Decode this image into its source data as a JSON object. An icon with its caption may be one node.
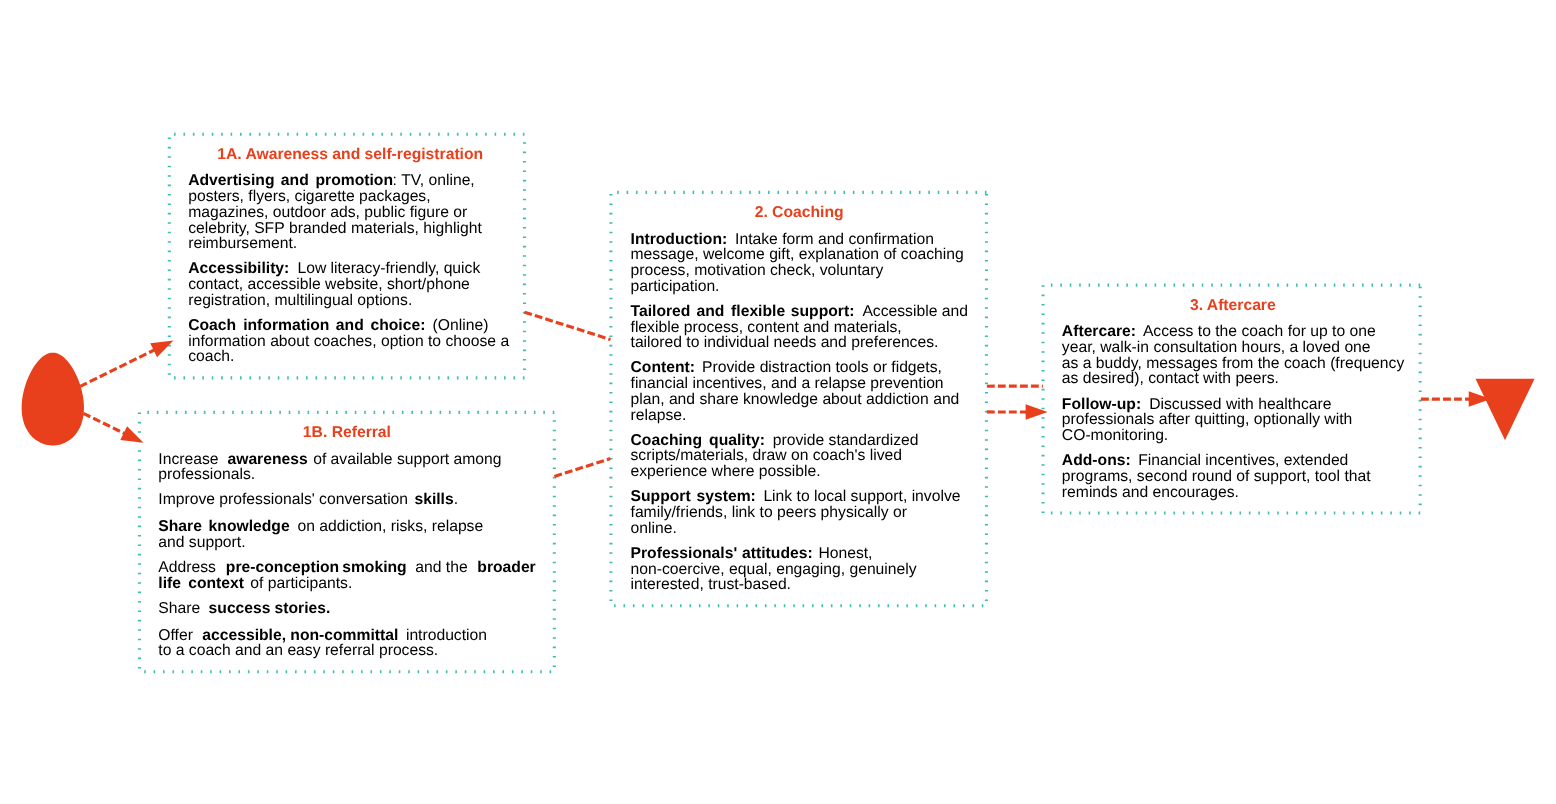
{
  "diagram": {
    "nodes": [
      {
        "text": [],
        "shape": "person"
      },
      {
        "text": [
          "1A. Awareness and self-registration",
          "**Advertising and promotion**: TV, online, posters, flyers, cigarette packages, magazines, outdoor ads, public figure or celebrity, SFP branded materials, highlight reimbursement.",
          "**Accessibility:** Low literacy-friendly, quick contact, accessible website, short/phone registration, multilingual options.",
          "**Coach information and choice:** (Online) information about coaches, option to choose a coach."
        ]
      },
      {
        "text": [
          "1B. Referral",
          "Increase **awareness** of available support among professionals.",
          "Improve professionals' conversation **skills**.",
          "**Share knowledge** on addiction, risks, relapse and support.",
          "Address **pre-conception smoking** and the **broader life context** of participants.",
          "Share **success stories.**",
          "Offer **accessible, non-committal** introduction to a coach and an easy referral process."
        ]
      },
      {
        "text": [
          "2. Coaching",
          "**Introduction:** Intake form and confirmation message, welcome gift, explanation of coaching process, motivation check, voluntary participation.",
          "**Tailored and flexible support:** Accessible and flexible process, content and materials, tailored to individual needs and preferences.",
          "**Content:** Provide distraction tools or fidgets, financial incentives, and a relapse prevention plan, and share knowledge about addiction and relapse.",
          "**Coaching quality:** provide standardized scripts/materials, draw on coach's lived experience where possible.",
          "**Support system:** Link to local support, involve family/friends, link to peers physically or online.",
          "**Professionals' attitudes:** Honest, non-coercive, equal, engaging, genuinely interested, trust-based."
        ]
      },
      {
        "text": [
          "3. Aftercare",
          "**Aftercare:** Access to the coach for up to one year, walk-in consultation hours, a loved one as a buddy, messages from the coach (frequency as desired), contact with peers.",
          "**Follow-up:** Discussed with healthcare professionals after quitting, optionally with CO-monitoring.",
          "**Add-ons:** Financial incentives, extended programs, second round of support, tool that reminds and encourages."
        ]
      },
      {
        "text": [],
        "shape": "pin"
      }
    ],
    "edges": [
      {
        "from": 0,
        "to": 1,
        "arrow": "to",
        "style": "dashed"
      },
      {
        "from": 0,
        "to": 2,
        "arrow": "to",
        "style": "dashed"
      },
      {
        "from": 1,
        "to": 3,
        "arrow": "none",
        "style": "dashed"
      },
      {
        "from": 2,
        "to": 3,
        "arrow": "none",
        "style": "dashed"
      },
      {
        "from": 3,
        "to": 4,
        "arrow": "to",
        "style": "dashed"
      },
      {
        "from": 3,
        "to": 4,
        "arrow": "none",
        "style": "dashed"
      },
      {
        "from": 4,
        "to": 5,
        "arrow": "to",
        "style": "dashed"
      }
    ]
  }
}
